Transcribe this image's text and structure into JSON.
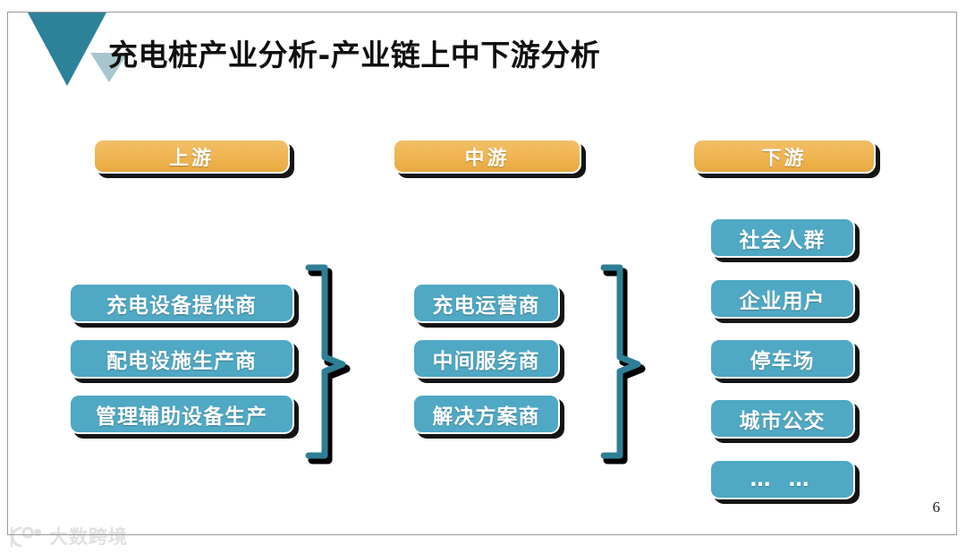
{
  "slide": {
    "title": "充电桩产业分析-产业链上中下游分析",
    "page_number": "6",
    "accent_teal": "#2b8299",
    "accent_light": "#a8c6d0",
    "header_orange": "#eeb450",
    "item_blue": "#4fa8c4",
    "frame_border": "#9a9a9a"
  },
  "logo": {
    "big_triangle_name": "triangle-large",
    "small_triangle_name": "triangle-small"
  },
  "columns": [
    {
      "key": "upstream",
      "header": "上游",
      "items": [
        "充电设备提供商",
        "配电设施生产商",
        "管理辅助设备生产"
      ],
      "has_brace": true
    },
    {
      "key": "midstream",
      "header": "中游",
      "items": [
        "充电运营商",
        "中间服务商",
        "解决方案商"
      ],
      "has_brace": true
    },
    {
      "key": "downstream",
      "header": "下游",
      "items": [
        "社会人群",
        "企业用户",
        "停车场",
        "城市公交",
        "… …"
      ],
      "has_brace": false
    }
  ],
  "watermark": {
    "text": "大数跨境"
  }
}
